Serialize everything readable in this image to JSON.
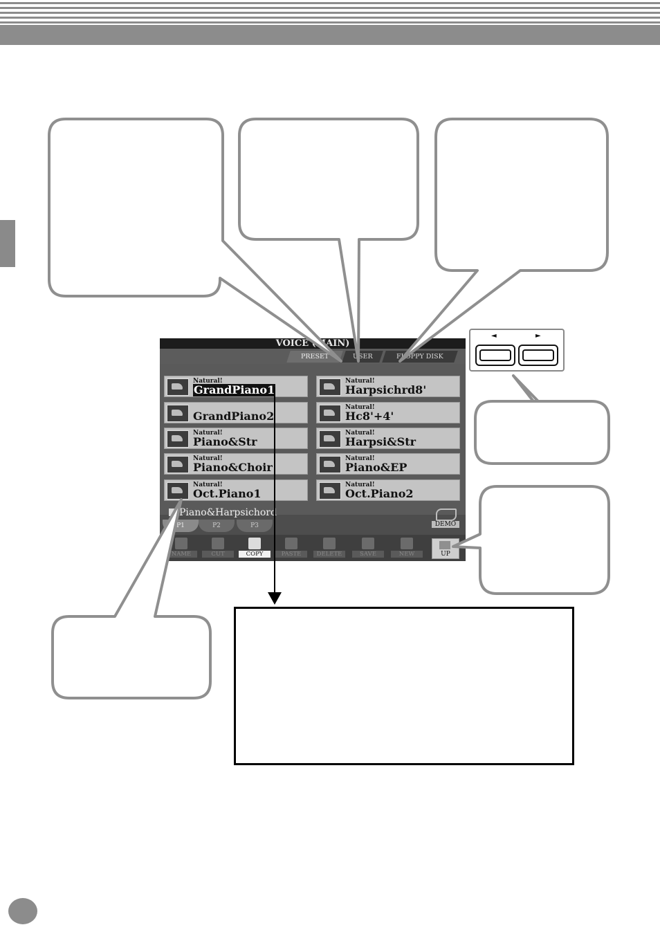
{
  "screen": {
    "title": "VOICE (MAIN)",
    "tabs": [
      {
        "label": "PRESET",
        "active": true
      },
      {
        "label": "USER",
        "active": false
      },
      {
        "label": "FLOPPY DISK",
        "active": false
      }
    ],
    "voices_left": [
      {
        "badge": "Natural!",
        "name": "GrandPiano1",
        "selected": true
      },
      {
        "badge": "",
        "name": "GrandPiano2",
        "selected": false
      },
      {
        "badge": "Natural!",
        "name": "Piano&Str",
        "selected": false
      },
      {
        "badge": "Natural!",
        "name": "Piano&Choir",
        "selected": false
      },
      {
        "badge": "Natural!",
        "name": "Oct.Piano1",
        "selected": false
      }
    ],
    "voices_right": [
      {
        "badge": "Natural!",
        "name": "Harpsichrd8'",
        "selected": false
      },
      {
        "badge": "Natural!",
        "name": "Hc8'+4'",
        "selected": false
      },
      {
        "badge": "Natural!",
        "name": "Harpsi&Str",
        "selected": false
      },
      {
        "badge": "Natural!",
        "name": "Piano&EP",
        "selected": false
      },
      {
        "badge": "Natural!",
        "name": "Oct.Piano2",
        "selected": false
      }
    ],
    "folder_path": "Piano&Harpsichord",
    "demo_label": "DEMO",
    "page_tabs": [
      {
        "label": "P1",
        "active": true
      },
      {
        "label": "P2",
        "active": false
      },
      {
        "label": "P3",
        "active": false
      }
    ],
    "function_buttons": [
      {
        "label": "NAME",
        "enabled": false
      },
      {
        "label": "CUT",
        "enabled": false
      },
      {
        "label": "COPY",
        "enabled": true
      },
      {
        "label": "PASTE",
        "enabled": false
      },
      {
        "label": "DELETE",
        "enabled": false
      },
      {
        "label": "SAVE",
        "enabled": false
      },
      {
        "label": "NEW",
        "enabled": false
      }
    ],
    "up_label": "UP"
  },
  "panel": {
    "left_arrow": "◄",
    "right_arrow": "►"
  },
  "colors": {
    "lcd_background": "#4d4d4d",
    "voice_button": "#c4c4c4",
    "header_band": "#8c8c8c",
    "callout_border": "#8f8f8f"
  }
}
